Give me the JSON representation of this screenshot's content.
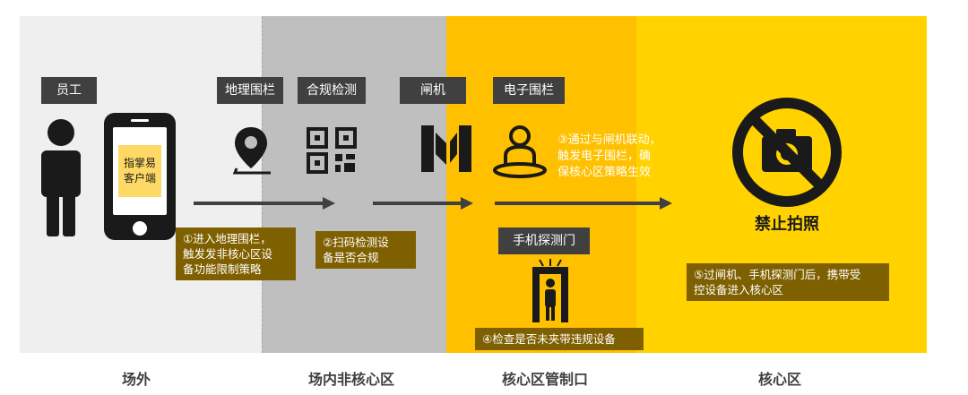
{
  "zones": [
    {
      "id": "outside",
      "title": "场外"
    },
    {
      "id": "inner",
      "title": "场内非核心区"
    },
    {
      "id": "gate",
      "title": "核心区管制口"
    },
    {
      "id": "core",
      "title": "核心区"
    }
  ],
  "labels": {
    "employee": "员工",
    "geofence": "地理围栏",
    "compliance": "合规检测",
    "gate": "闸机",
    "e_fence": "电子围栏",
    "phone_detector": "手机探测门"
  },
  "phone_app": {
    "line1": "指掌易",
    "line2": "客户端"
  },
  "notes": {
    "step1": [
      "①进入地理围栏，",
      "触发发非核心区设",
      "备功能限制策略"
    ],
    "step2": [
      "②扫码检测设",
      "备是否合规"
    ],
    "step3": [
      "③通过与闸机联动，",
      "触发电子围栏，确",
      "保核心区策略生效"
    ],
    "step4": [
      "④检查是否未夹带违规设备"
    ],
    "step5": [
      "⑤过闸机、手机探测门后，携带受",
      "控设备进入核心区"
    ]
  },
  "forbidden": "禁止拍照",
  "icons": [
    "person-icon",
    "phone-icon",
    "location-pin-icon",
    "qr-code-icon",
    "turnstile-icon",
    "user-fence-icon",
    "metal-detector-icon",
    "no-camera-icon",
    "arrow-icon"
  ],
  "colors": {
    "outside": "#efefef",
    "inner": "#bfbfbf",
    "gate": "#ffc000",
    "core": "#ffd200",
    "note_bg": "#7f6000",
    "label_bg": "#404040"
  }
}
